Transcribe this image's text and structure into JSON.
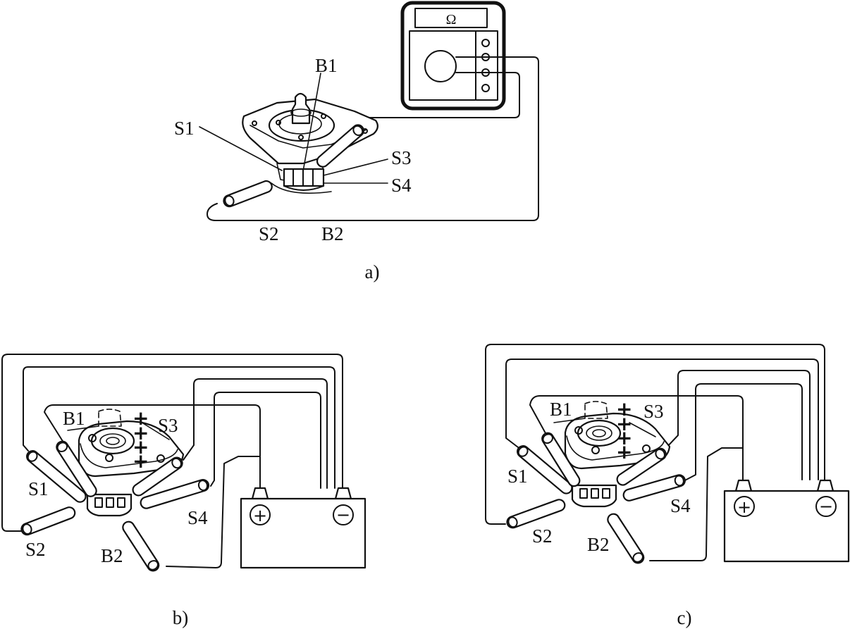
{
  "panels": {
    "a": {
      "caption": "a)",
      "meter_symbol": "Ω",
      "labels": {
        "s1": "S1",
        "s2": "S2",
        "s3": "S3",
        "s4": "S4",
        "b1": "B1",
        "b2": "B2"
      }
    },
    "b": {
      "caption": "b)",
      "labels": {
        "s1": "S1",
        "s2": "S2",
        "s3": "S3",
        "s4": "S4",
        "b1": "B1",
        "b2": "B2"
      },
      "battery": {
        "positive": "+",
        "negative": "−"
      },
      "polarity_marks": [
        "+",
        "+",
        "+",
        "+"
      ]
    },
    "c": {
      "caption": "c)",
      "labels": {
        "s1": "S1",
        "s2": "S2",
        "s3": "S3",
        "s4": "S4",
        "b1": "B1",
        "b2": "B2"
      },
      "battery": {
        "positive": "+",
        "negative": "−"
      },
      "polarity_marks": [
        "+",
        "+",
        "+",
        "+"
      ]
    }
  }
}
